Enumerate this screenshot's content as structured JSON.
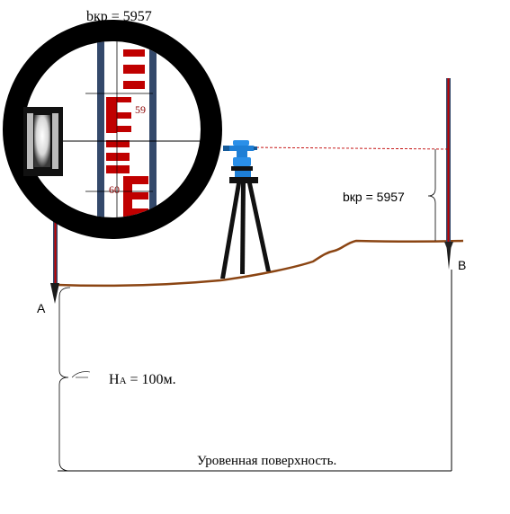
{
  "labels": {
    "top_reading": "bкр = 5957",
    "right_reading": "bкр = 5957",
    "point_a": "A",
    "point_b": "B",
    "height_prefix": "H",
    "height_sub": "A",
    "height_suffix": " = 100м.",
    "level_surface": "Уровенная поверхность.",
    "staff_mark_59": "59",
    "staff_mark_60": "60"
  },
  "colors": {
    "ground": "#8B4513",
    "staff_red": "#c00000",
    "staff_blue": "#34496b",
    "level_blue": "#1e7fd6",
    "sight_line": "#c00000"
  }
}
